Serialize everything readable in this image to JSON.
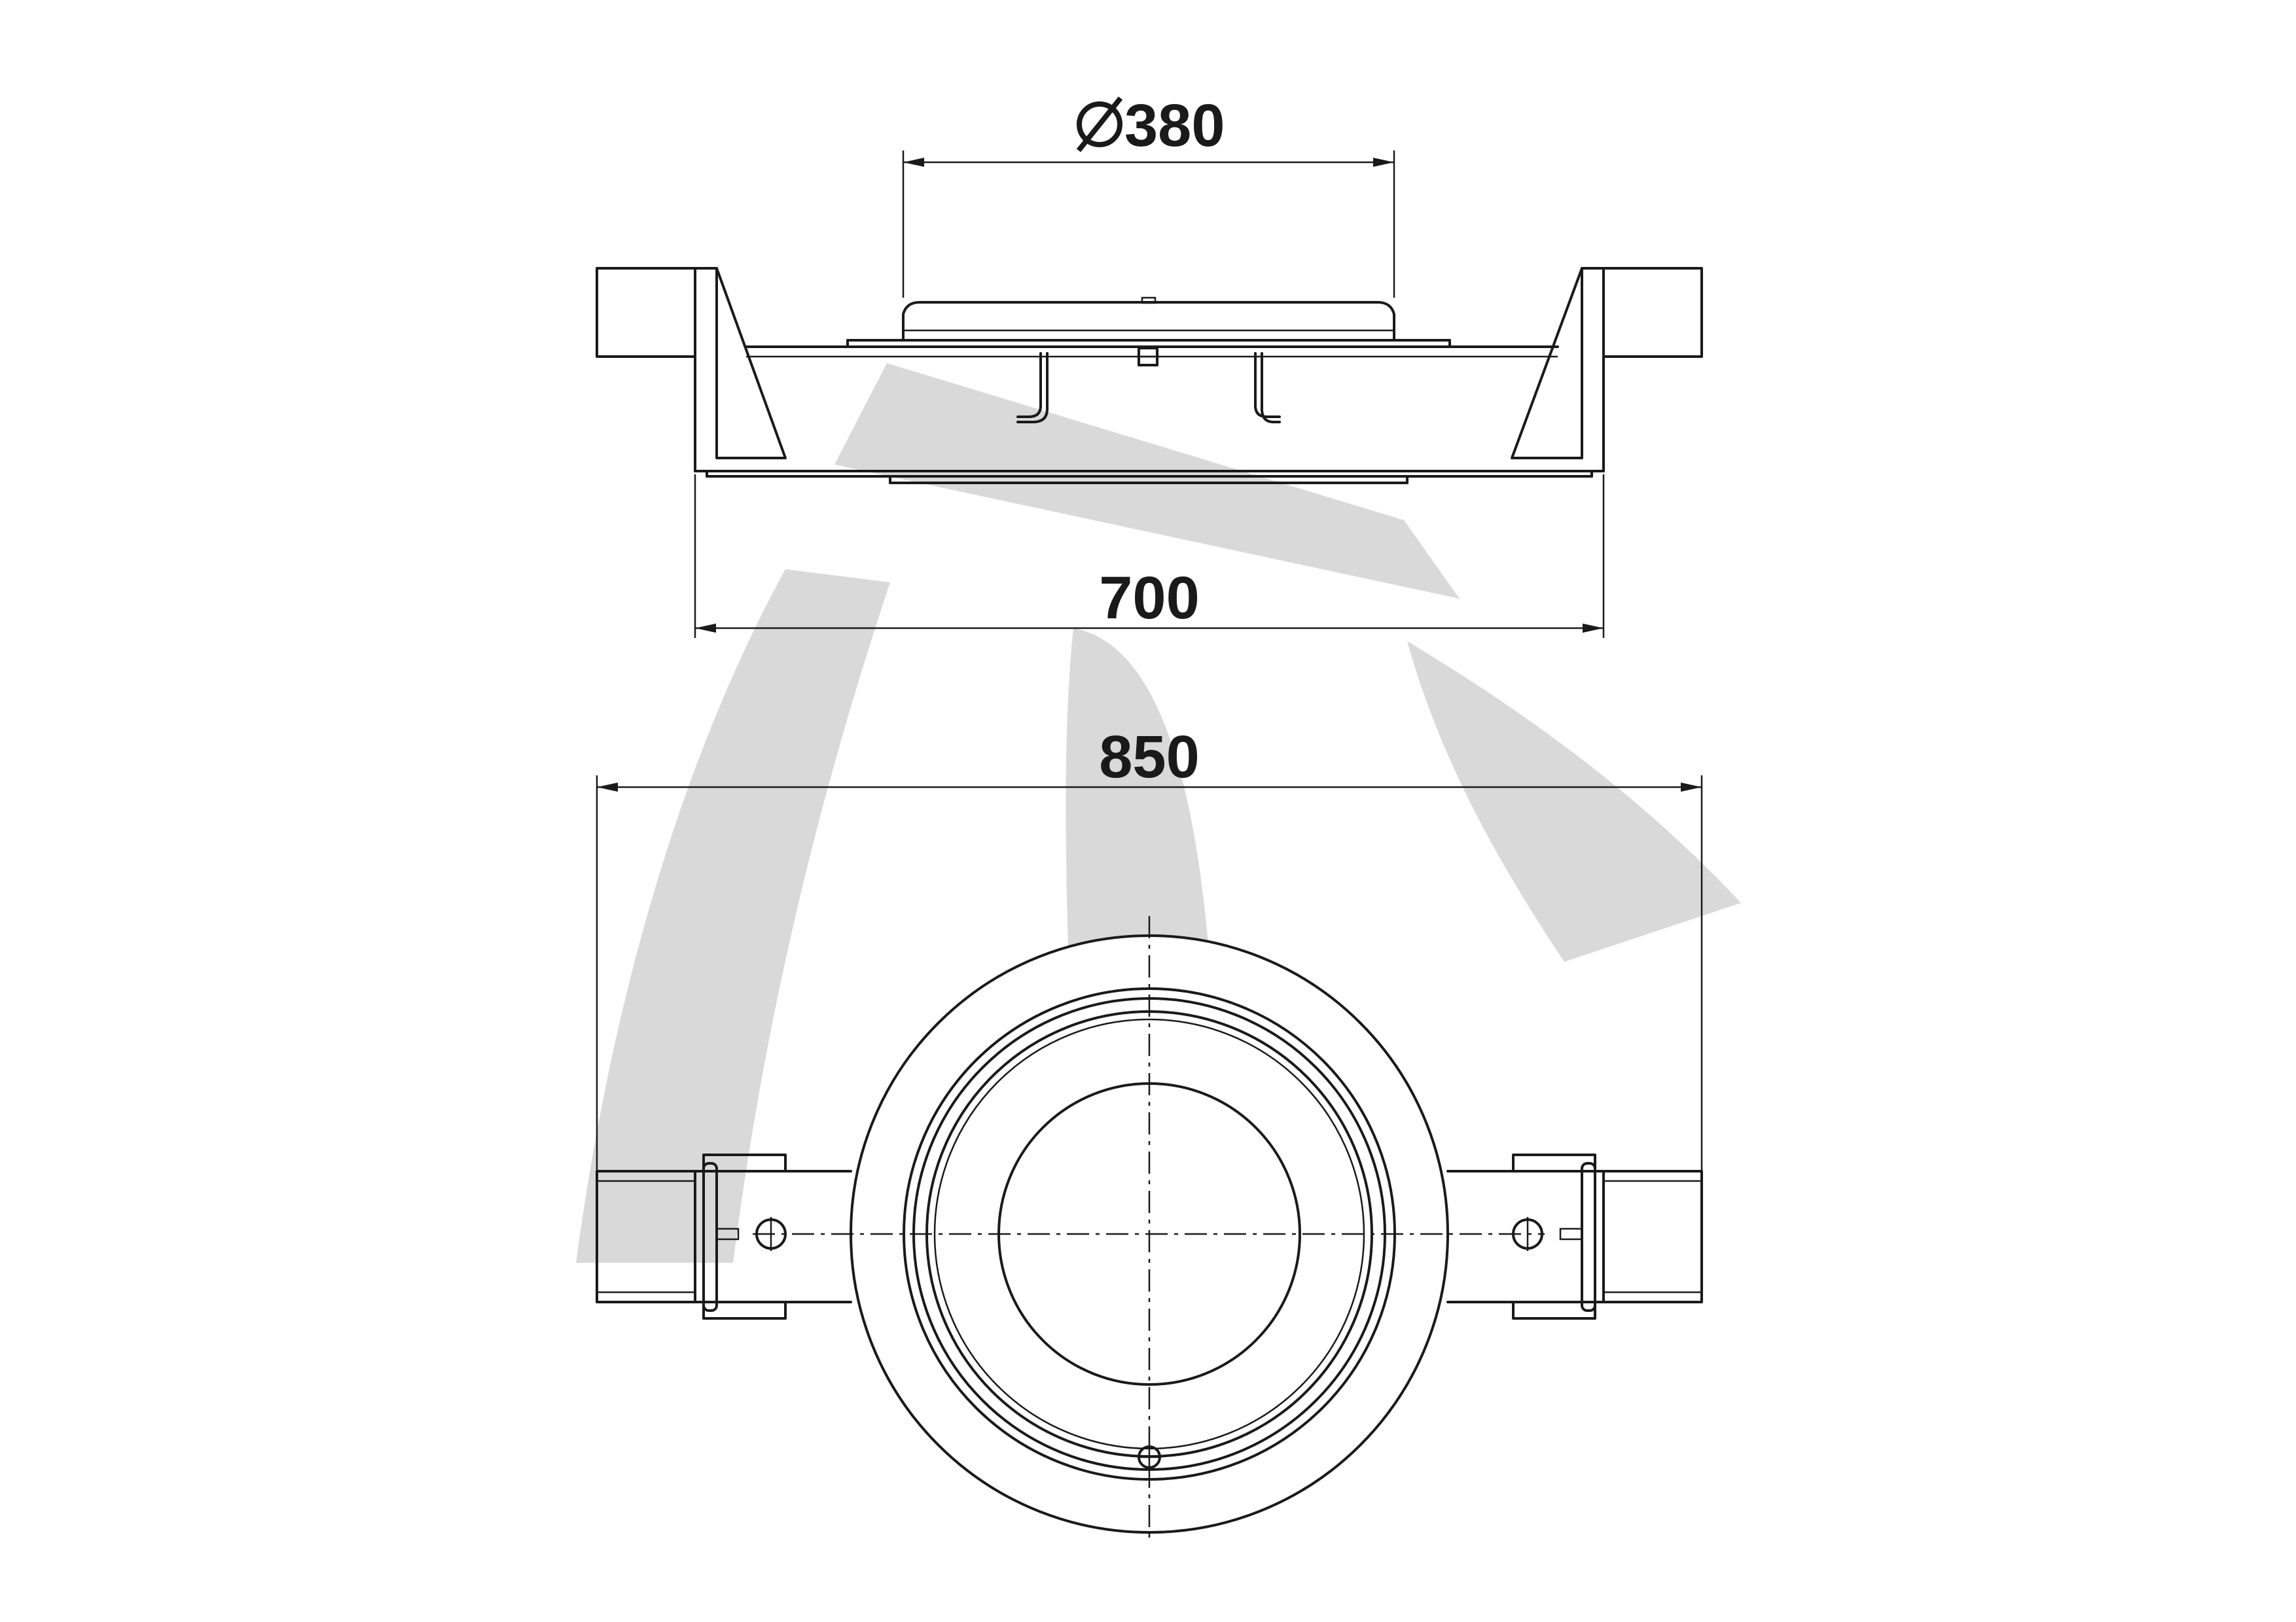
{
  "dimensions": {
    "diameter": "380",
    "inner_width": "700",
    "overall_width": "850"
  },
  "symbols": {
    "diameter_sign": "diameter-symbol-icon"
  },
  "watermark": {
    "logo": "watermark-logo-icon",
    "color": "#d9d9d9"
  },
  "colors": {
    "line": "#1a1a1a",
    "background": "#ffffff"
  }
}
